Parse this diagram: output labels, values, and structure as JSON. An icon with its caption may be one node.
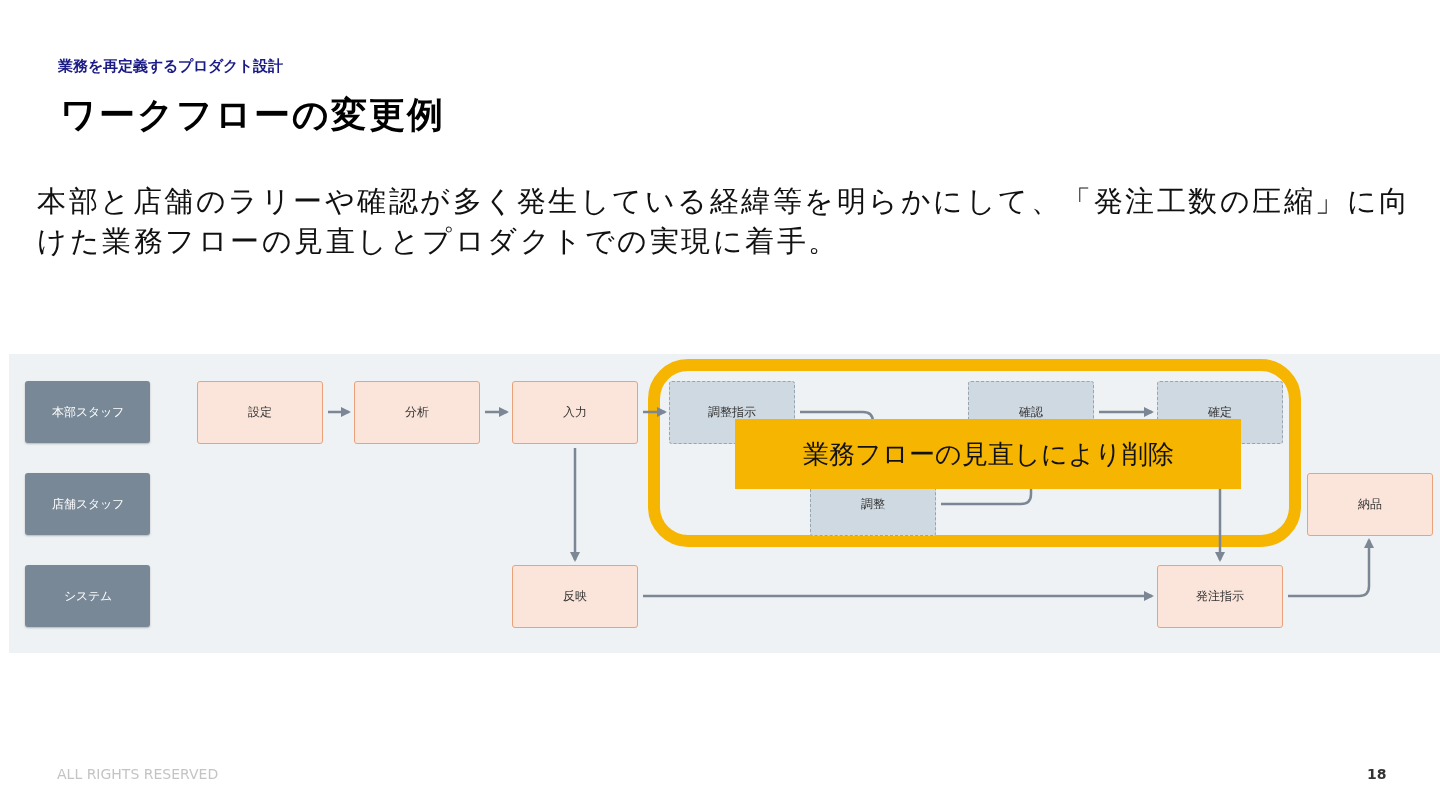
{
  "diagram": {
    "title": "ワークフローの変更例",
    "nodes": [
      {
        "text": [
          "本部スタッフ"
        ]
      },
      {
        "text": [
          "店舗スタッフ"
        ]
      },
      {
        "text": [
          "システム"
        ]
      },
      {
        "text": [
          "設定"
        ]
      },
      {
        "text": [
          "分析"
        ]
      },
      {
        "text": [
          "入力"
        ]
      },
      {
        "text": [
          "調整指示"
        ]
      },
      {
        "text": [
          "確認"
        ]
      },
      {
        "text": [
          "確定"
        ]
      },
      {
        "text": [
          "調整"
        ]
      },
      {
        "text": [
          "納品"
        ]
      },
      {
        "text": [
          "反映"
        ]
      },
      {
        "text": [
          "発注指示"
        ]
      }
    ],
    "edges": [
      {
        "from": 3,
        "to": 4,
        "arrow": "to"
      },
      {
        "from": 4,
        "to": 5,
        "arrow": "to"
      },
      {
        "from": 5,
        "to": 6,
        "arrow": "to"
      },
      {
        "from": 6,
        "to": 9,
        "arrow": "to"
      },
      {
        "from": 9,
        "to": 7,
        "arrow": "to"
      },
      {
        "from": 7,
        "to": 8,
        "arrow": "to"
      },
      {
        "from": 8,
        "to": 12,
        "arrow": "to"
      },
      {
        "from": 5,
        "to": 11,
        "arrow": "to"
      },
      {
        "from": 11,
        "to": 12,
        "arrow": "to"
      },
      {
        "from": 12,
        "to": 10,
        "arrow": "to"
      }
    ],
    "labels": [
      "業務を再定義するプロダクト設計",
      "業務フローの見直しにより削除",
      "本部と店舗のラリーや確認が多く発生している経緯等を明らかにして、「発注工数の圧縮」に向けた業務フローの見直しとプロダクトでの実現に着手。",
      "ALL RIGHTS RESERVED",
      "18"
    ]
  }
}
